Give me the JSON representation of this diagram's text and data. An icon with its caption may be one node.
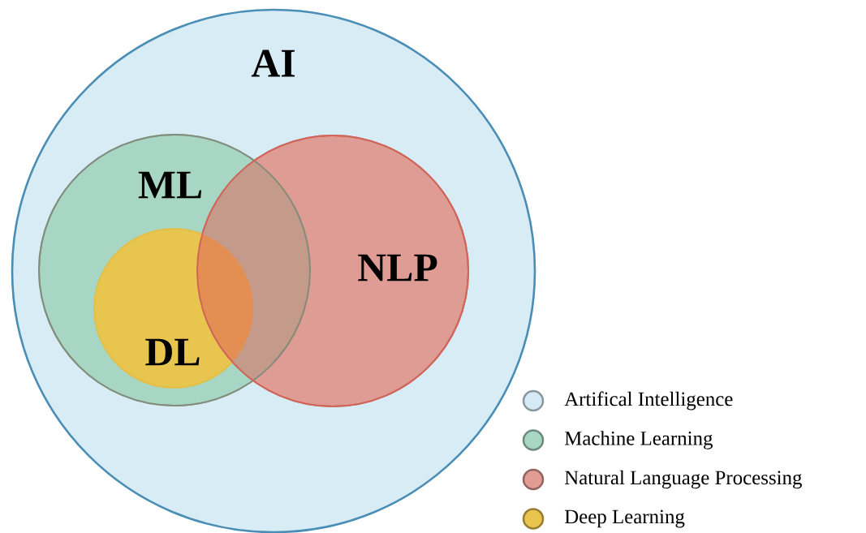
{
  "diagram": {
    "nodes": [
      {
        "text": [
          "AI"
        ]
      },
      {
        "text": [
          "ML"
        ],
        "in": 0
      },
      {
        "text": [
          "NLP"
        ],
        "in": 0
      },
      {
        "text": [
          "DL"
        ],
        "in": 1
      }
    ],
    "legend": [
      {
        "text": "Artifical Intelligence",
        "color": "#d6ebf5"
      },
      {
        "text": "Machine Learning",
        "color": "#a8d6c4"
      },
      {
        "text": "Natural Language Processing",
        "color": "#e19c94"
      },
      {
        "text": "Deep Learning",
        "color": "#e9c44e"
      }
    ]
  }
}
